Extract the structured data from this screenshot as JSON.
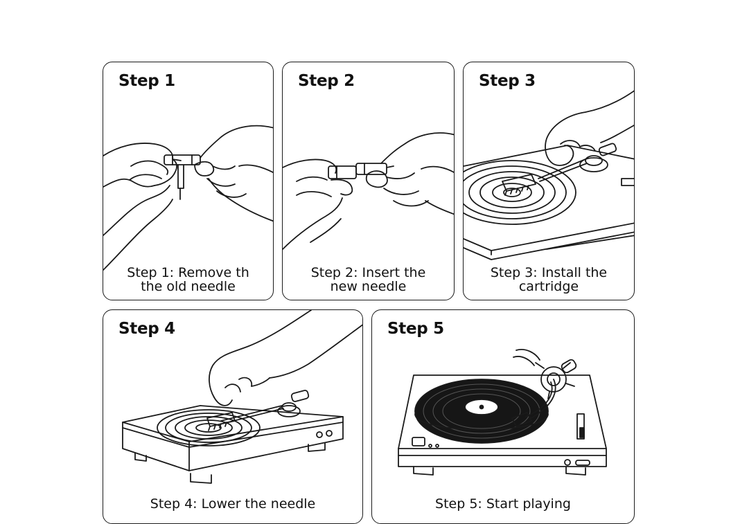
{
  "steps": [
    {
      "title": "Step 1",
      "caption_line1": "Step 1: Remove th",
      "caption_line2": "the old needle"
    },
    {
      "title": "Step 2",
      "caption_line1": "Step 2: Insert the",
      "caption_line2": "new needle"
    },
    {
      "title": "Step 3",
      "caption_line1": "Step 3: Install the",
      "caption_line2": "cartridge"
    },
    {
      "title": "Step 4",
      "caption_line1": "Step 4: Lower the needle"
    },
    {
      "title": "Step 5",
      "caption_line1": "Step 5: Start playing"
    }
  ],
  "icons": [
    "hand-icon",
    "needle-icon",
    "cartridge-icon",
    "turntable-icon",
    "vinyl-record-icon",
    "tonearm-icon"
  ],
  "colors": {
    "line": "#1a1a1a",
    "background": "#ffffff",
    "record": "#161616"
  }
}
